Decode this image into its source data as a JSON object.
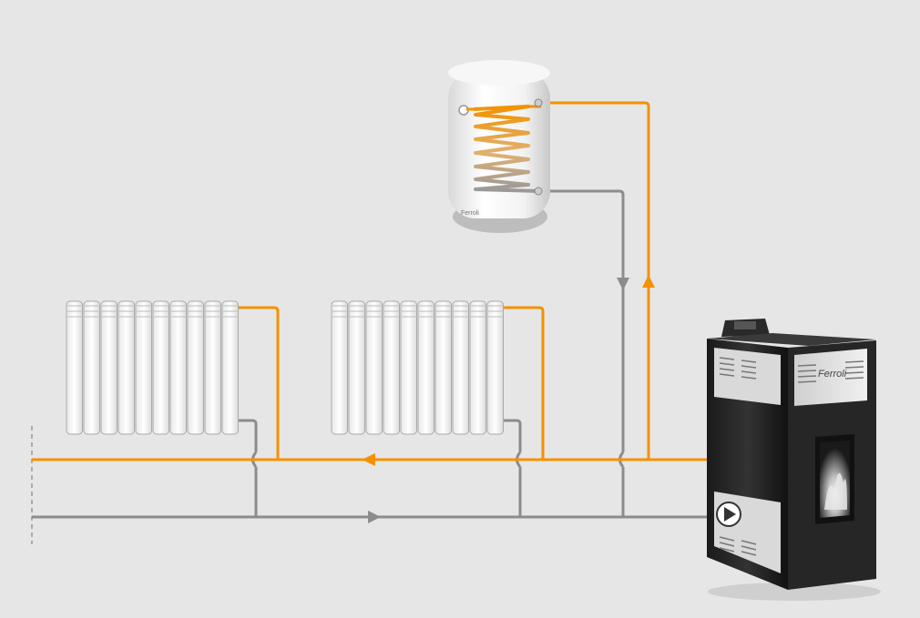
{
  "diagram": {
    "components": {
      "boiler_tank": {
        "brand_label": "Ferroli",
        "icon": "hot-water-cylinder-icon"
      },
      "stove": {
        "brand_label": "Ferroli",
        "icon": "pellet-stove-icon"
      },
      "radiators": [
        {
          "name": "radiator-1",
          "icon": "radiator-icon"
        },
        {
          "name": "radiator-2",
          "icon": "radiator-icon"
        }
      ],
      "pump": {
        "icon": "circulation-pump-icon"
      }
    },
    "pipes": {
      "supply_color": "#f39200",
      "return_color": "#8c8c8c"
    },
    "background_color": "#e6e6e6"
  }
}
